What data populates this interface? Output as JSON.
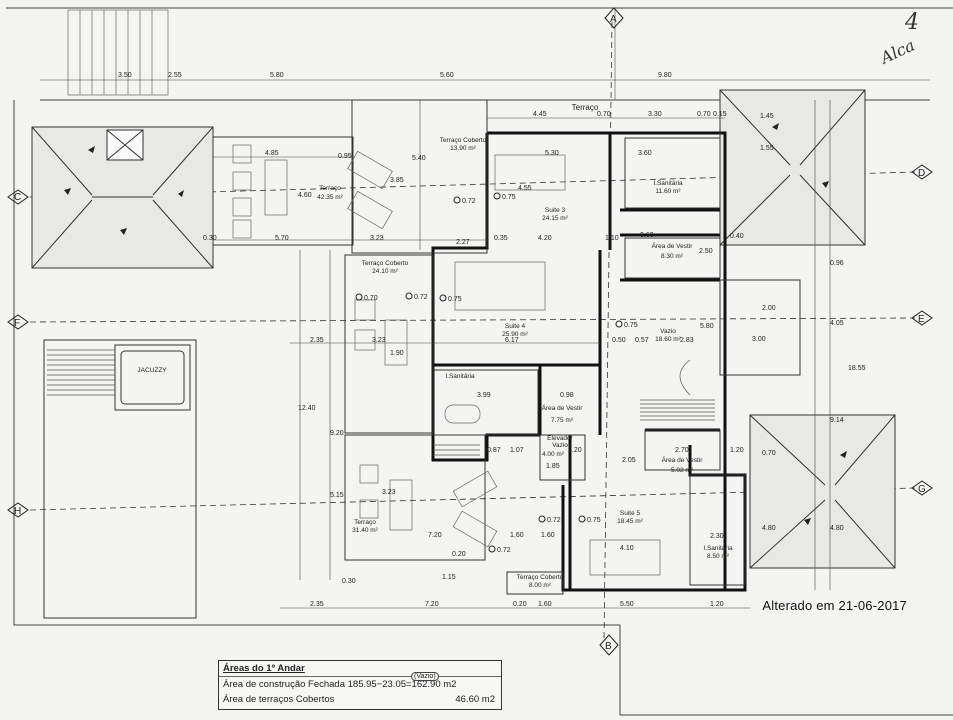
{
  "axes": {
    "A": "A",
    "B": "B",
    "C": "C",
    "D": "D",
    "E": "E",
    "F": "F",
    "G": "G",
    "H": "H"
  },
  "page_number": "4",
  "signature": "Alca",
  "stamp": "Alterado em  21-06-2017",
  "areas_table": {
    "title": "Áreas do 1º Andar",
    "row1_label": "Área de construção Fechada 185.95−23.05=162.90 m2",
    "vazio_note": "(Vazio)",
    "row2_label": "Área de terraços Cobertos",
    "row2_value": "46.60 m2"
  },
  "rooms": {
    "terraco_top": "Terraço",
    "terraco_nw_name": "Terraço",
    "terraco_nw_area": "42.35 m²",
    "terraco_coberto_1_name": "Terraço Coberto",
    "terraco_coberto_1_area": "13.90 m²",
    "suite3_name": "Suite 3",
    "suite3_area": "24.15 m²",
    "sanitary_ne_name": "I.Sanitária",
    "sanitary_ne_area": "11.60 m²",
    "area_vestir_1_name": "Área de Vestir",
    "area_vestir_1_area": "8.30 m²",
    "terraco_coberto_2_name": "Terraço Coberto",
    "terraco_coberto_2_area": "24.10 m²",
    "suite4_name": "Suite 4",
    "suite4_area": "25.90 m²",
    "vazio_name": "Vazio",
    "vazio_area": "18.60 m²",
    "sanitary_mid_name": "I.Sanitária",
    "area_vestir_2_name": "Área de Vestir",
    "area_vestir_2_area": "7.75 m²",
    "elevador_name": "Elevador",
    "elevador_sub": "Vazio",
    "elevador_area": "4.00 m²",
    "area_vestir_3_name": "Área de Vestir",
    "area_vestir_3_area": "5.02 m²",
    "terraco_sw_name": "Terraço",
    "terraco_sw_area": "31.40 m²",
    "suite5_name": "Suite 5",
    "suite5_area": "18.45 m²",
    "sanitary_se_name": "I.Sanitária",
    "sanitary_se_area": "8.50 m²",
    "terraco_coberto_3_name": "Terraço Coberto",
    "terraco_coberto_3_area": "8.00 m²",
    "jacuzzi": "JACUZZY"
  },
  "dims": {
    "top_1": "3.50",
    "top_2": "2.55",
    "top_3": "5.80",
    "top_4": "5.60",
    "top_5": "9.80",
    "t2_1": "4.45",
    "t2_2": "0.70",
    "t2_3": "3.30",
    "t2_4": "0.70",
    "t2_5": "0.15",
    "d485": "4.85",
    "d095": "0.95",
    "d540": "5.40",
    "d570": "5.70",
    "d323a": "3.23",
    "d227": "2.27",
    "d035": "0.35",
    "d420a": "4.20",
    "d110": "1.10",
    "d460": "4.60",
    "d530": "5.30",
    "d360a": "3.60",
    "d360b": "3.60",
    "d250": "2.50",
    "d040": "0.40",
    "d030": "0.30",
    "d455": "4.55",
    "d385": "3.85",
    "d515": "5.15",
    "d155": "1.55",
    "d145": "1.45",
    "d096": "0.96",
    "d405": "4.05",
    "d1855": "18.55",
    "d300": "3.00",
    "d200": "2.00",
    "d914": "9.14",
    "d070": "0.70",
    "d480": "4.80",
    "d480b": "4.80",
    "d235": "2.35",
    "d323b": "3.23",
    "d617": "6.17",
    "d050": "0.50",
    "d057": "0.57",
    "d283": "2.83",
    "d580": "5.80",
    "d1240": "12.40",
    "d920": "9.20",
    "d190": "1.90",
    "d399": "3.99",
    "d098": "0.98",
    "d107": "1.07",
    "d087": "0.87",
    "d220": "2.20",
    "d185": "1.85",
    "d270": "2.70",
    "d120a": "1.20",
    "d205": "2.05",
    "d323c": "3.23",
    "d720a": "7.20",
    "d160a": "1.60",
    "d160b": "1.60",
    "d410": "4.10",
    "d230": "2.30",
    "d115": "1.15",
    "d235b": "2.35",
    "d720b": "7.20",
    "d020": "0.20",
    "d160c": "1.60",
    "d550": "5.50",
    "d120b": "1.20",
    "d0205": "0.20",
    "d0305": "0.30",
    "lv_070": "0.70",
    "lv_075": "0.75",
    "lv_072": "0.72"
  }
}
